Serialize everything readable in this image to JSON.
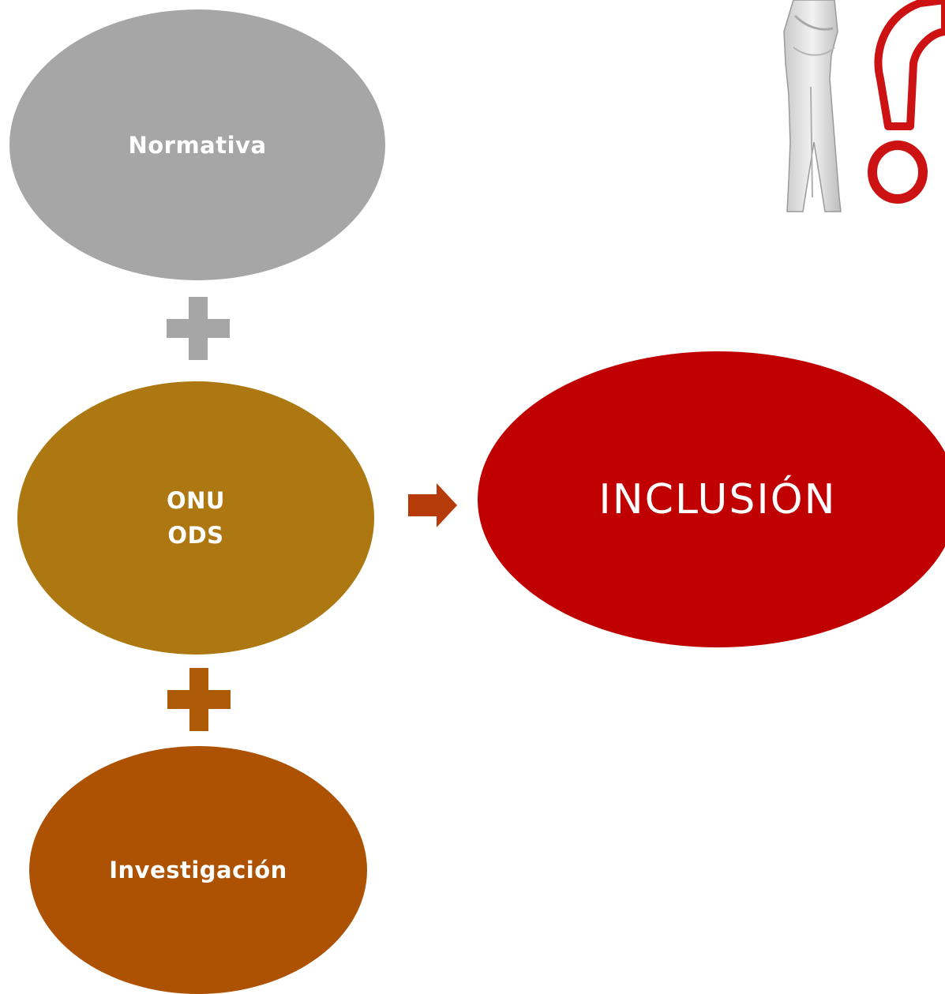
{
  "nodes": {
    "normativa": {
      "label": "Normativa"
    },
    "onu": {
      "label": "ONU\nODS"
    },
    "investigacion": {
      "label": "Investigación"
    },
    "inclusion": {
      "label": "INCLUSIÓN"
    }
  },
  "colors": {
    "normativa": "#a6a6a6",
    "onu": "#ad7711",
    "investigacion": "#ad5203",
    "inclusion": "#c00000",
    "plus_top": "#a6a6a6",
    "plus_bottom": "#ad5a06",
    "arrow": "#b63b0b"
  },
  "icons": {
    "plus_top": "plus-icon",
    "plus_bottom": "plus-icon",
    "arrow": "arrow-right-icon",
    "figure": "thinking-person-question-mark-icon"
  }
}
